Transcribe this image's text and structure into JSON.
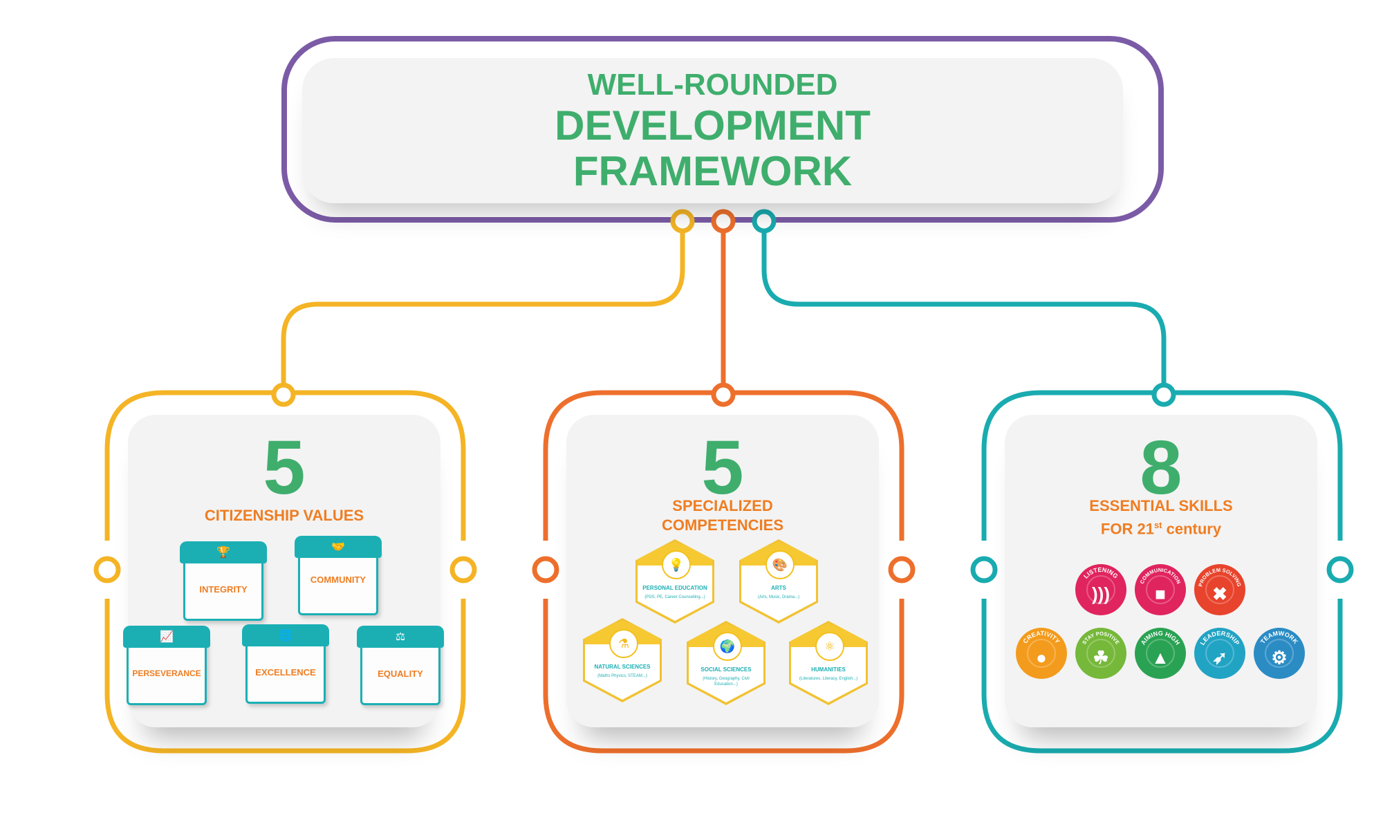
{
  "title": {
    "line1": "WELL-ROUNDED",
    "line2": "DEVELOPMENT",
    "line3": "FRAMEWORK"
  },
  "colors": {
    "purple": "#7b5ba6",
    "yellow": "#f4b425",
    "orange": "#ed6f2c",
    "teal": "#19abaf",
    "green": "#3fae6d",
    "accent_orange": "#ef7d22"
  },
  "cards": [
    {
      "number": "5",
      "heading": "CITIZENSHIP VALUES",
      "values": [
        {
          "label": "INTEGRITY",
          "icon": "trophy-icon"
        },
        {
          "label": "COMMUNITY",
          "icon": "handshake-icon"
        },
        {
          "label": "PERSEVERANCE",
          "icon": "growth-chart-icon"
        },
        {
          "label": "EXCELLENCE",
          "icon": "globe-hand-icon"
        },
        {
          "label": "EQUALITY",
          "icon": "scales-icon"
        }
      ]
    },
    {
      "number": "5",
      "heading_line1": "SPECIALIZED",
      "heading_line2": "COMPETENCIES",
      "competencies": [
        {
          "title": "PERSONAL EDUCATION",
          "subtitle": "(PDS, PE, Career Counselling...)",
          "icon": "lightbulb-icon"
        },
        {
          "title": "ARTS",
          "subtitle": "(Arts, Music, Drama...)",
          "icon": "palette-icon"
        },
        {
          "title": "NATURAL SCIENCES",
          "subtitle": "(Maths Physics, STEAM...)",
          "icon": "flask-icon"
        },
        {
          "title": "SOCIAL SCIENCES",
          "subtitle": "(History, Geography, Civil Education...)",
          "icon": "globe-icon"
        },
        {
          "title": "HUMANITIES",
          "subtitle": "(Literatures, Literacy, English...)",
          "icon": "atom-icon"
        }
      ]
    },
    {
      "number": "8",
      "heading_line1": "ESSENTIAL SKILLS",
      "heading_line2_pre": "FOR 21",
      "heading_line2_sup": "st",
      "heading_line2_post": " century",
      "skills": [
        {
          "label": "LISTENING",
          "color": "#e0245e",
          "icon": "sound-waves-icon"
        },
        {
          "label": "COMMUNICATION",
          "color": "#e0245e",
          "icon": "chat-bubble-icon"
        },
        {
          "label": "PROBLEM SOLVING",
          "color": "#e8432c",
          "icon": "puzzle-icon"
        },
        {
          "label": "CREATIVITY",
          "color": "#f39b1c",
          "icon": "lightbulb-icon"
        },
        {
          "label": "STAY POSITIVE",
          "color": "#76b83a",
          "icon": "sprout-icon"
        },
        {
          "label": "AIMING HIGH",
          "color": "#2aa253",
          "icon": "mountain-icon"
        },
        {
          "label": "LEADERSHIP",
          "color": "#21a3c4",
          "icon": "arrows-icon"
        },
        {
          "label": "TEAMWORK",
          "color": "#2b8cc4",
          "icon": "gears-icon"
        }
      ]
    }
  ]
}
